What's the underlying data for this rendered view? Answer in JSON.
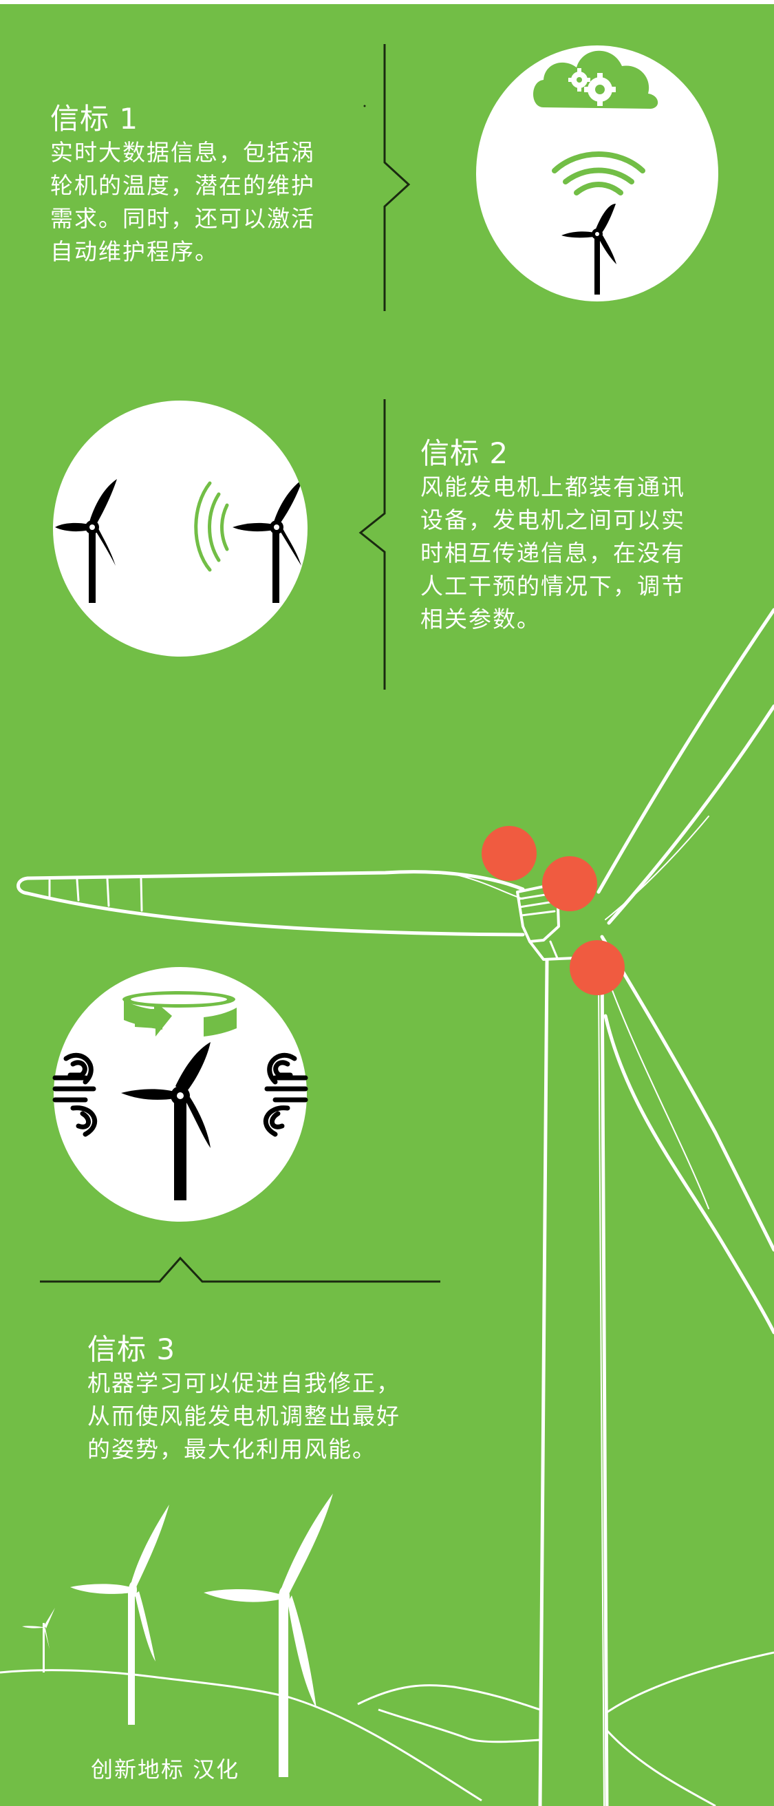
{
  "colors": {
    "background": "#72be46",
    "text": "#ffffff",
    "divider": "#1a2a10",
    "marker": "#f05b40",
    "icon_dark": "#000000",
    "icon_accent": "#72be46"
  },
  "beacons": [
    {
      "title": "信标 1",
      "lines": [
        "实时大数据信息，包括涡",
        "轮机的温度，潜在的维护",
        "需求。同时，还可以激活",
        "自动维护程序。"
      ],
      "icon": "cloud-gears-wifi-turbine-icon"
    },
    {
      "title": "信标 2",
      "lines": [
        "风能发电机上都装有通讯",
        "设备，发电机之间可以实",
        "时相互传递信息，在没有",
        "人工干预的情况下，调节",
        "相关参数。"
      ],
      "icon": "turbines-communicating-icon"
    },
    {
      "title": "信标 3",
      "lines": [
        "机器学习可以促进自我修正，",
        "从而使风能发电机调整出最好",
        "的姿势，最大化利用风能。"
      ],
      "icon": "yaw-rotation-wind-turbine-icon"
    }
  ],
  "markers": {
    "count": 3,
    "label": "beacon-markers-on-nacelle"
  },
  "footer": {
    "credit": "创新地标 汉化"
  }
}
